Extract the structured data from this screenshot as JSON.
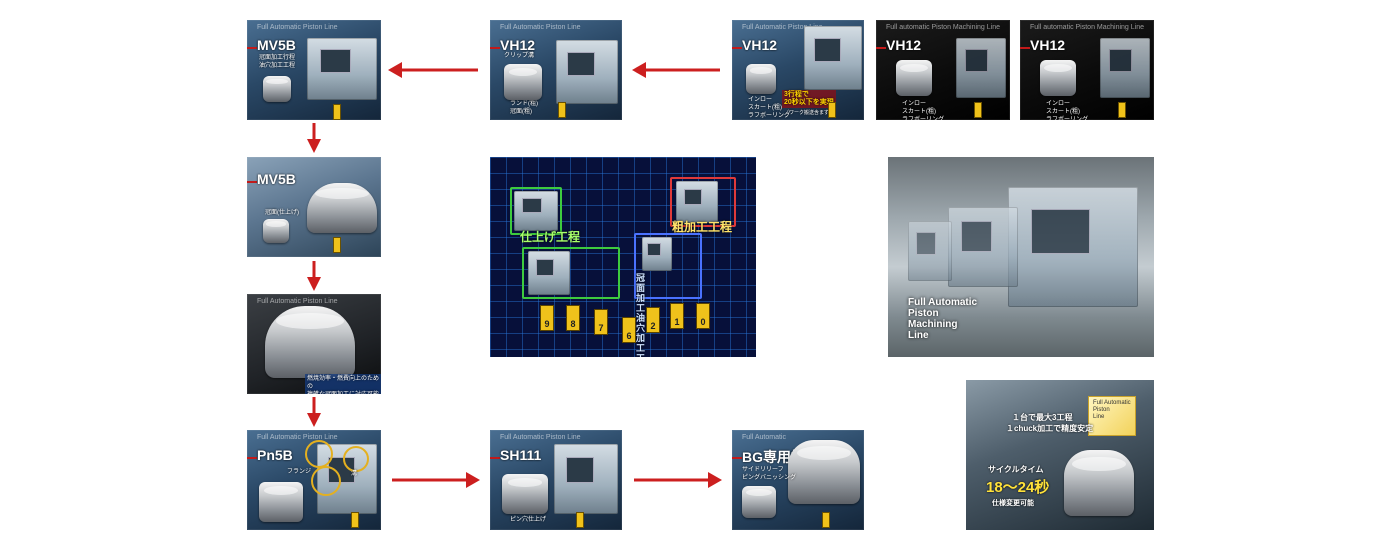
{
  "colors": {
    "arrow": "#cc1f1f",
    "tag_yellow": "#f0c21a",
    "grid_blue": "#07103a"
  },
  "tiles": {
    "mv5b_top": {
      "header": "Full Automatic Piston Line",
      "label": "MV5B",
      "caption": "冠面加工行程\n油穴加工工程"
    },
    "vh12_a": {
      "header": "Full Automatic Piston Line",
      "label": "VH12",
      "caption_top": "クリップ溝",
      "caption_bottom": "ランド(粗)\n冠面(粗)"
    },
    "vh12_b": {
      "header": "Full Automatic Piston Line",
      "label": "VH12",
      "caption": "インロー\nスカート(粗)\nラフボーリング",
      "note": "3行程で\n20秒以下を実現",
      "note_small": "（ワーク搬送含まず）"
    },
    "vh12_c": {
      "header": "Full automatic Piston Machining Line",
      "label": "VH12",
      "caption": "インロー\nスカート(粗)\nラフボーリング"
    },
    "vh12_d": {
      "header": "Full automatic Piston Machining Line",
      "label": "VH12",
      "caption": "インロー\nスカート(粗)\nラフボーリング"
    },
    "mv5b_mid": {
      "label": "MV5B",
      "caption": "冠面(仕上げ)"
    },
    "piston_big": {
      "header": "Full Automatic Piston Line",
      "caption": "燃焼効率・燃費向上のための\n複雑な冠面加工に対応可能"
    },
    "pn5b": {
      "header": "Full Automatic Piston Line",
      "label": "Pn5B",
      "caption_a": "フランジ",
      "caption_b": "溝"
    },
    "sh111": {
      "header": "Full Automatic Piston Line",
      "label": "SH111",
      "caption": "ピン穴仕上げ"
    },
    "bg": {
      "header": "Full Automatic",
      "label": "BG専用機",
      "caption": "サイドリリーフ\nピングバニッシング"
    }
  },
  "center": {
    "finish": "仕上げ工程",
    "rough": "粗加工工程",
    "crown": "冠面加工\n油穴加工工程",
    "tags": [
      "9",
      "8",
      "7",
      "6",
      "2",
      "1",
      "0"
    ]
  },
  "factory": {
    "caption": "Full Automatic\nPiston\nMachining\nLine"
  },
  "cycle": {
    "badge": "Full Automatic\nPiston\nLine",
    "line1": "１台で最大3工程",
    "line2": "１chuck加工で精度安定",
    "line3": "サイクルタイム",
    "time": "18〜24秒",
    "line4": "仕様変更可能"
  }
}
